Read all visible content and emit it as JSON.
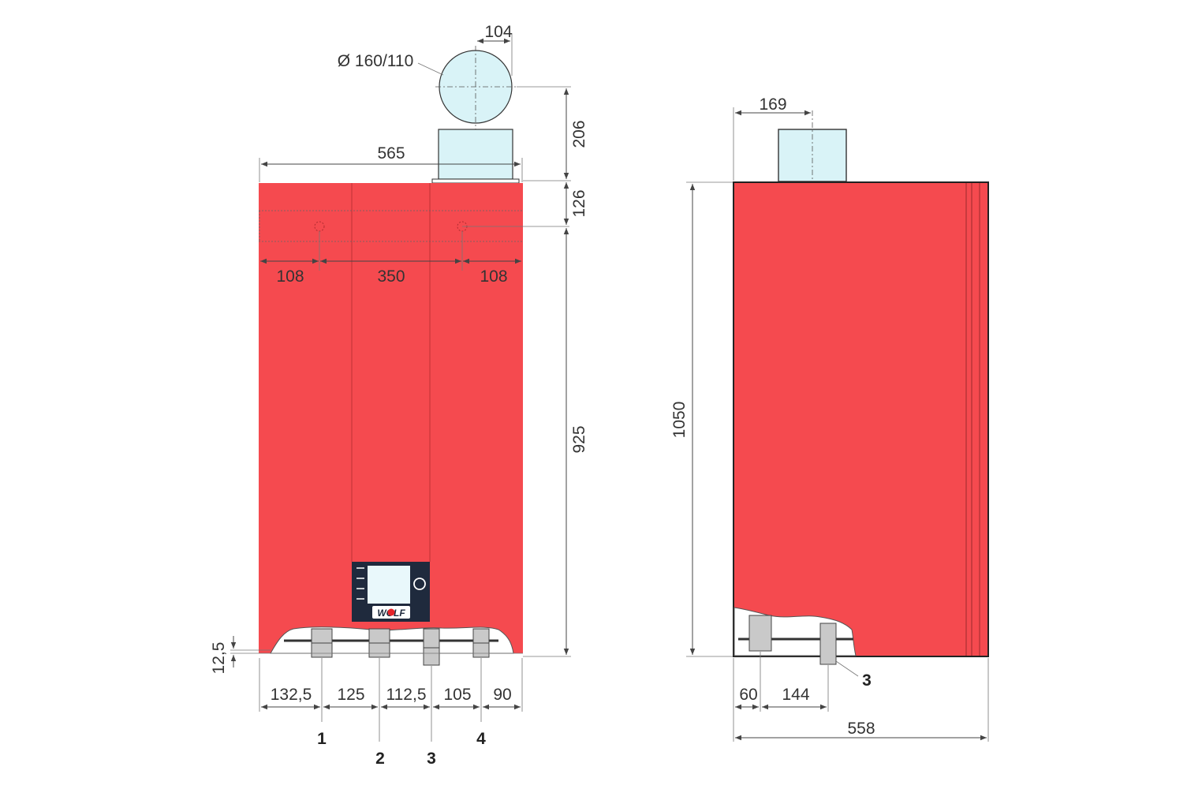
{
  "colors": {
    "casing": "#f54a4f",
    "flue": "#d9f3f7",
    "panel": "#1f2a3d",
    "screen": "#e9f8fb",
    "logo_dot": "#e52329",
    "outline": "#333333"
  },
  "front_view": {
    "flue_diameter": "Ø 160/110",
    "flue_offset": "104",
    "flue_height": "206",
    "top_to_hanger": "126",
    "total_width": "565",
    "hanger_left": "108",
    "hanger_between": "350",
    "hanger_right": "108",
    "height_hanger_to_bottom": "925",
    "bottom_offset": "12,5",
    "bottom_spacings": [
      "132,5",
      "125",
      "112,5",
      "105",
      "90"
    ],
    "connection_numbers": [
      "1",
      "2",
      "3",
      "4"
    ],
    "logo_text": "WOLF"
  },
  "side_view": {
    "flue_offset": "169",
    "height": "1050",
    "spacing_a": "60",
    "spacing_b": "144",
    "depth": "558",
    "connection_number": "3"
  }
}
